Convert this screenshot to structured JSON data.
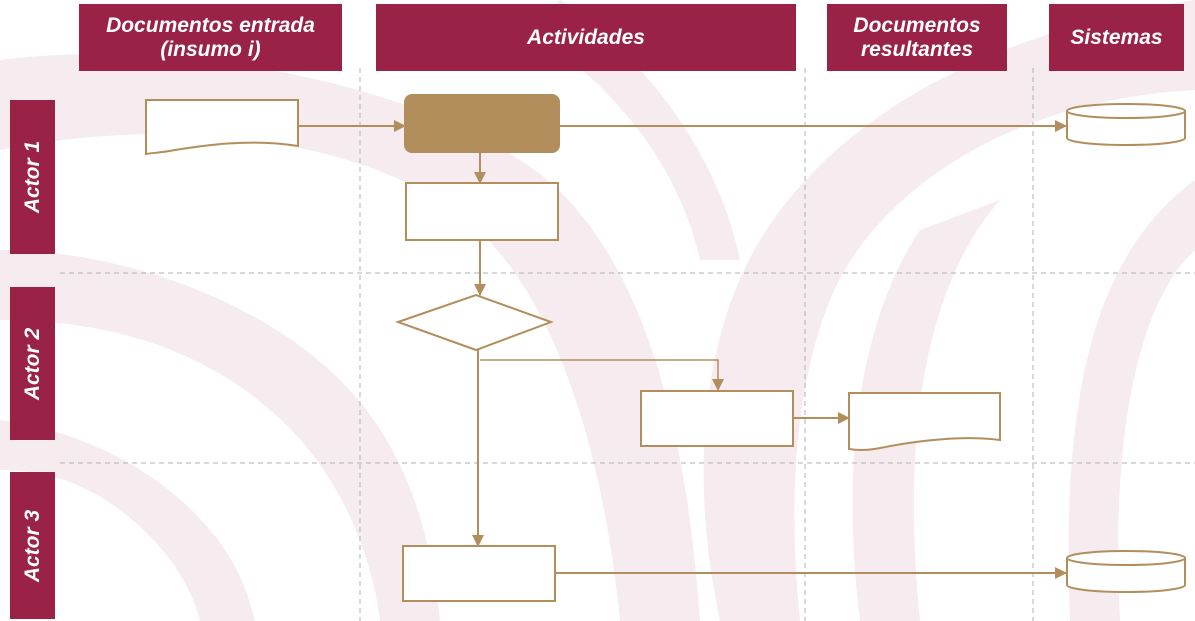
{
  "colors": {
    "header_bg": "#9b2247",
    "header_text": "#ffffff",
    "shape_stroke": "#b38e5d",
    "filled_activity": "#b38e5d",
    "watermark": "#9b2247",
    "gridline": "#b0b0b0"
  },
  "headers": {
    "input_docs_line1": "Documentos entrada",
    "input_docs_line2": "(insumo i)",
    "activities": "Actividades",
    "result_docs_line1": "Documentos",
    "result_docs_line2": "resultantes",
    "systems": "Sistemas"
  },
  "actors": {
    "actor1": "Actor 1",
    "actor2": "Actor 2",
    "actor3": "Actor 3"
  },
  "watermark_icon": "feather-logo-watermark"
}
